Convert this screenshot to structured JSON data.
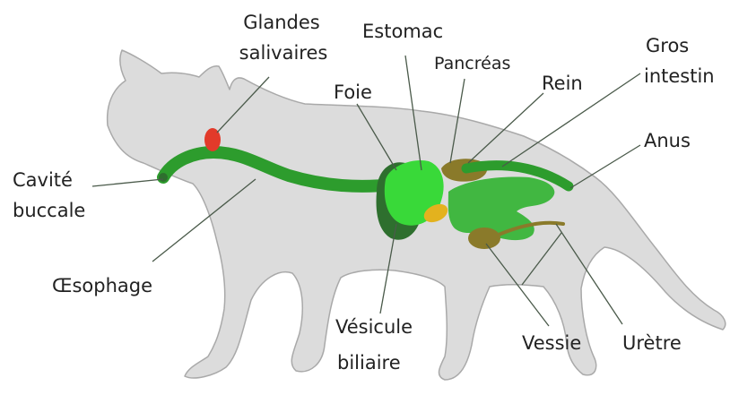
{
  "colors": {
    "cat_fill": "#dcdcdc",
    "cat_stroke": "#a9a9a9",
    "digestive_green": "#2d9c2d",
    "stomach": "#39d939",
    "liver": "#2e6f2e",
    "salivary": "#e23a2a",
    "kidney": "#8a7a2a",
    "gallbladder": "#e3b21e",
    "intestine": "#41b741",
    "leader_line": "#4a5a4a"
  },
  "labels": {
    "glandes": "Glandes",
    "salivaires": "salivaires",
    "estomac": "Estomac",
    "pancreas": "Pancréas",
    "foie": "Foie",
    "rein": "Rein",
    "gros": "Gros",
    "intestin": "intestin",
    "anus": "Anus",
    "cavite": "Cavité",
    "buccale": "buccale",
    "oesophage": "Œsophage",
    "vesicule": "Vésicule",
    "biliaire": "biliaire",
    "vessie": "Vessie",
    "uretre": "Urètre"
  }
}
